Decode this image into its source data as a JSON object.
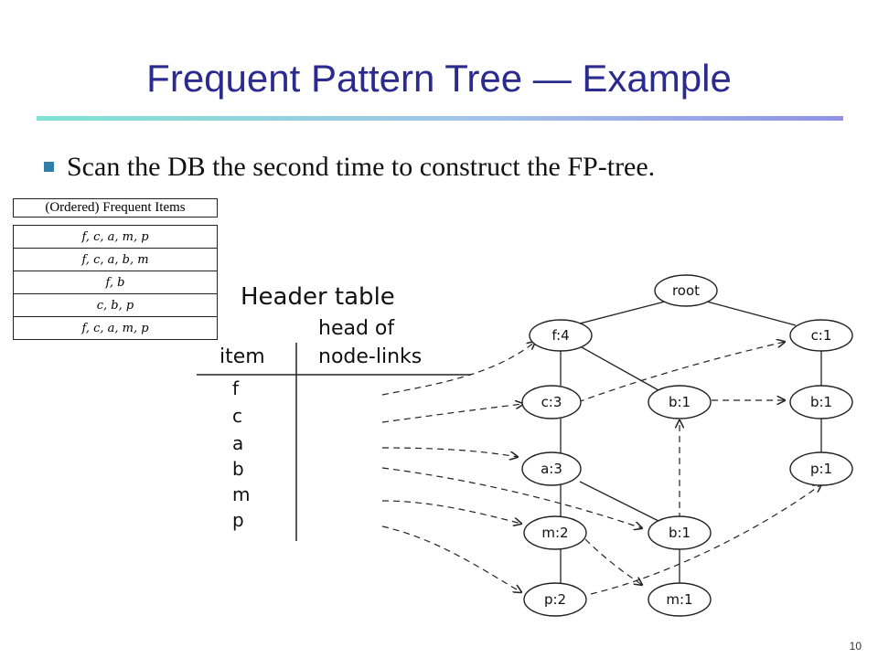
{
  "slide": {
    "title": "Frequent Pattern Tree — Example",
    "bullet": "Scan the DB the second time to construct the FP-tree.",
    "page_number": "10"
  },
  "items_table": {
    "header": "(Ordered) Frequent Items",
    "rows": [
      "f, c, a, m, p",
      "f, c, a, b, m",
      "f, b",
      "c, b, p",
      "f, c, a, m, p"
    ]
  },
  "header_table": {
    "title": "Header table",
    "col_item": "item",
    "col_head_line1": "head of",
    "col_head_line2": "node-links",
    "items": [
      "f",
      "c",
      "a",
      "b",
      "m",
      "p"
    ]
  },
  "tree": {
    "nodes": {
      "root": "root",
      "f4": "f:4",
      "c1": "c:1",
      "c3": "c:3",
      "b1_f": "b:1",
      "b1_c": "b:1",
      "a3": "a:3",
      "p1_c": "p:1",
      "m2": "m:2",
      "b1_a": "b:1",
      "p2": "p:2",
      "m1": "m:1"
    }
  }
}
